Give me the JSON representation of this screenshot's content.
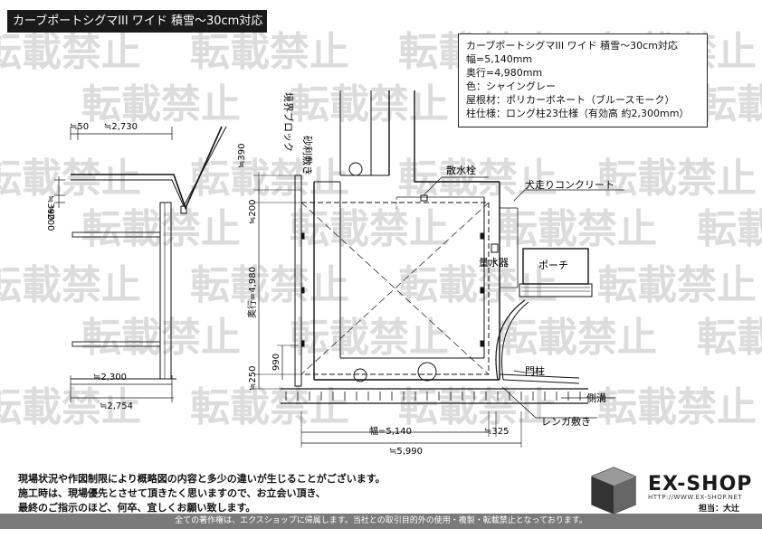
{
  "title": "カーブポートシグマIII ワイド 積雪～30cm対応",
  "watermark": "転載禁止",
  "spec": {
    "lines": [
      "カーブポートシグマIII ワイド 積雪～30cm対応",
      "幅=5,140mm",
      "奥行=4,980mm",
      "色：シャイングレー",
      "屋根材：ポリカーボネート（ブルースモーク）",
      "柱仕様：ロング柱23仕様（有効高 約2,300mm）"
    ]
  },
  "side_view": {
    "dim_top_small": "≒50",
    "dim_top": "≒2,730",
    "dim_left_390": "≒390",
    "dim_left_200": "≒200",
    "dim_bottom_inner": "≒2,300",
    "dim_bottom_outer": "≒2,754"
  },
  "plan_view": {
    "labels": {
      "boundary_block": "境界ブロック",
      "gravel": "砂利敷き",
      "sprinkler": "散水栓",
      "driveway_concrete": "犬走りコンクリート",
      "water_meter": "量水器",
      "porch": "ポーチ",
      "gate_post": "門柱",
      "side_ditch": "側溝",
      "brick_paving": "レンガ敷き"
    },
    "dims": {
      "d200": "≒200",
      "d390": "≒390",
      "depth": "奥行=4,980",
      "d990": "990",
      "d250": "≒250",
      "width": "幅=5,140",
      "d325": "≒325",
      "d5990": "≒5,990"
    }
  },
  "notes": [
    "現場状況や作図制限により概略図の内容と多少の違いが生じることがございます。",
    "施工時は、現場優先とさせて頂きたく思いますので、お立会い頂き、",
    "最終のご指示のほど、何卒、宜しくお願い致します。"
  ],
  "logo": {
    "name": "EX-SHOP",
    "url": "HTTP://WWW.EX-SHOP.NET"
  },
  "charge": "担当：大辻",
  "footer": "全ての著作権は、エクスショップに帰属します。当社との取引目的外の使用・複製・転載禁止となっております。"
}
